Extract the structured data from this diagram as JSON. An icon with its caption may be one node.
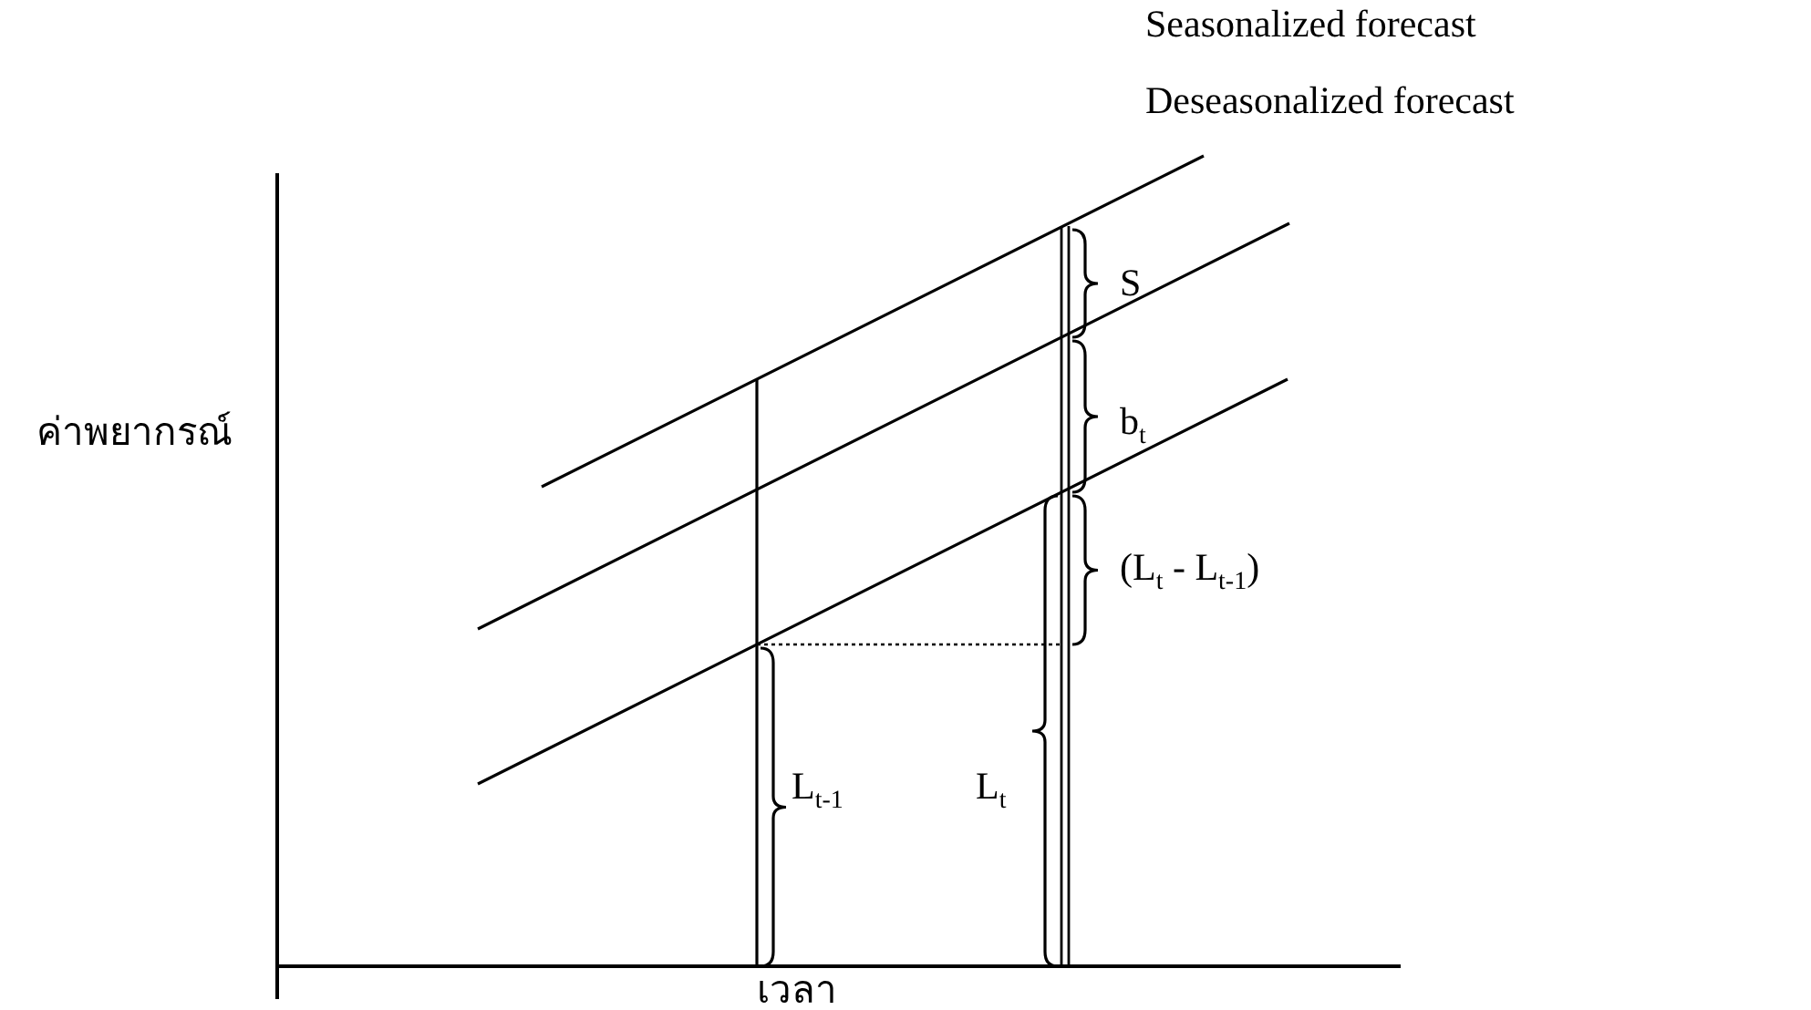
{
  "diagram": {
    "labels": [
      "Seasonalized forecast",
      "Deseasonalized forecast",
      "S",
      "ค่าพยากรณ์",
      "b$_{t}$",
      "(L$_{t}$ - L$_{t-1}$)",
      "L$_{t-1}$",
      "L$_{t}$",
      "เวลา"
    ]
  }
}
